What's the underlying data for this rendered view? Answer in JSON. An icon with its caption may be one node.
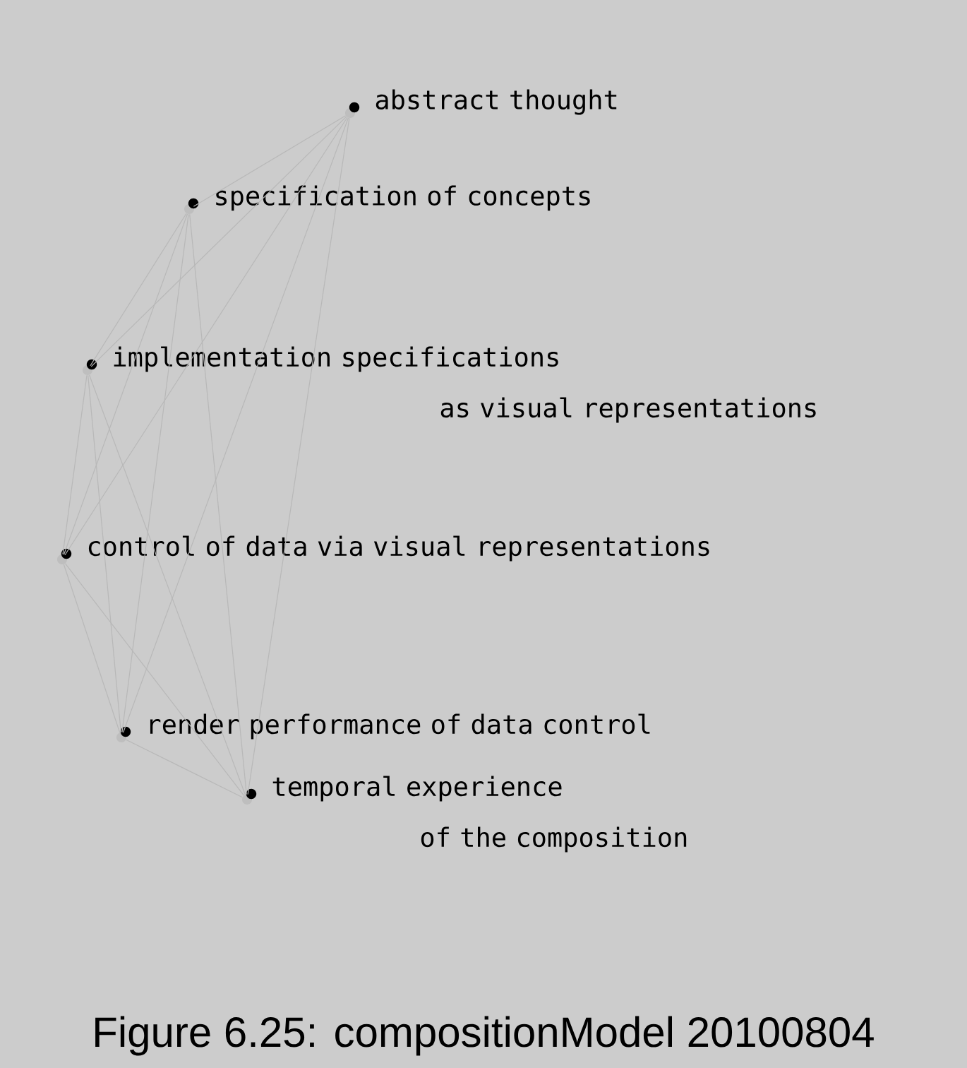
{
  "diagram": {
    "caption": "Figure 6.25: compositionModel 20100804",
    "nodes": [
      {
        "text": [],
        "shape": "circle",
        "beside": [
          "abstract thought"
        ]
      },
      {
        "text": [],
        "shape": "circle",
        "beside": [
          "specification of concepts"
        ]
      },
      {
        "text": [],
        "shape": "circle",
        "beside": [
          "implementation specifications as visual representations"
        ]
      },
      {
        "text": [],
        "shape": "circle",
        "beside": [
          "control of data via visual representations"
        ]
      },
      {
        "text": [],
        "shape": "circle",
        "beside": [
          "render performance of data control"
        ]
      },
      {
        "text": [],
        "shape": "circle",
        "beside": [
          "temporal experience of the composition"
        ]
      }
    ],
    "edges": [
      {
        "from": 0,
        "to": 1,
        "arrow": "none"
      },
      {
        "from": 0,
        "to": 2,
        "arrow": "none"
      },
      {
        "from": 0,
        "to": 3,
        "arrow": "none"
      },
      {
        "from": 0,
        "to": 4,
        "arrow": "none"
      },
      {
        "from": 0,
        "to": 5,
        "arrow": "none"
      },
      {
        "from": 1,
        "to": 2,
        "arrow": "none"
      },
      {
        "from": 1,
        "to": 3,
        "arrow": "none"
      },
      {
        "from": 1,
        "to": 4,
        "arrow": "none"
      },
      {
        "from": 1,
        "to": 5,
        "arrow": "none"
      },
      {
        "from": 2,
        "to": 3,
        "arrow": "none"
      },
      {
        "from": 2,
        "to": 4,
        "arrow": "none"
      },
      {
        "from": 2,
        "to": 5,
        "arrow": "none"
      },
      {
        "from": 3,
        "to": 4,
        "arrow": "none"
      },
      {
        "from": 3,
        "to": 5,
        "arrow": "none"
      },
      {
        "from": 4,
        "to": 5,
        "arrow": "none"
      }
    ]
  }
}
